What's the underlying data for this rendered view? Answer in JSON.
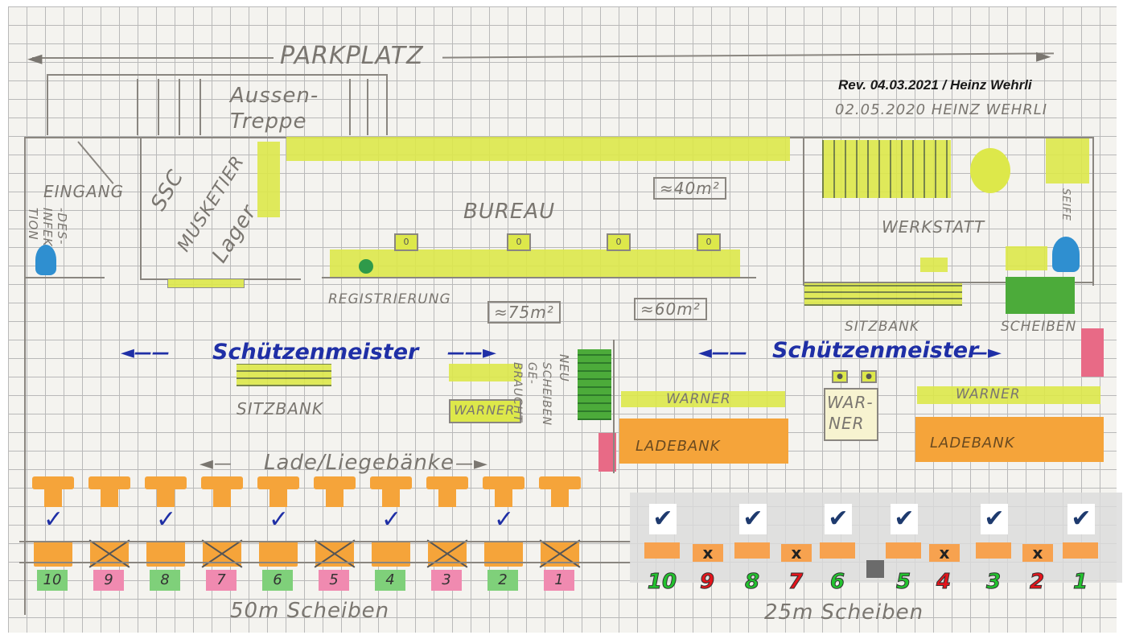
{
  "revision": "Rev. 04.03.2021 / Heinz Wehrli",
  "original_date": "02.05.2020 HEINZ WEHRLI",
  "labels": {
    "parkplatz": "PARKPLATZ",
    "aussentreppe_1": "Aussen-",
    "aussentreppe_2": "Treppe",
    "eingang": "EINGANG",
    "desinfektion": "-DES-INFEK-TION",
    "lager_1": "SSC",
    "lager_2": "MUSKETIER",
    "lager_3": "Lager",
    "bureau": "BUREAU",
    "area_40": "≈40m²",
    "area_75": "≈75m²",
    "area_60": "≈60m²",
    "registrierung": "REGISTRIERUNG",
    "werkstatt": "WERKSTATT",
    "sitzbank_right": "SITZBANK",
    "scheiben_right": "SCHEIBEN",
    "seife": "SEIFE",
    "schuetzenmeister_left": "Schützenmeister",
    "schuetzenmeister_right": "Schützenmeister",
    "sitzbank_left": "SITZBANK",
    "warner_mid": "WARNER",
    "scheiben_gebraucht": "SCHEIBEN GE-BRAUCHT",
    "neu": "NEU",
    "warner_a": "WARNER",
    "ladebank_a": "LADEBANK",
    "warner_box_1": "WAR-",
    "warner_box_2": "NER",
    "warner_b": "WARNER",
    "ladebank_b": "LADEBANK",
    "ladeliegebaenke": "Lade/Liegebänke",
    "scheiben50": "50m Scheiben",
    "scheiben25": "25m Scheiben"
  },
  "desk_marks": [
    "0",
    "0",
    "0",
    "0"
  ],
  "lanes_50m": [
    {
      "num": "10",
      "status": "open"
    },
    {
      "num": "9",
      "status": "closed"
    },
    {
      "num": "8",
      "status": "open"
    },
    {
      "num": "7",
      "status": "closed"
    },
    {
      "num": "6",
      "status": "open"
    },
    {
      "num": "5",
      "status": "closed"
    },
    {
      "num": "4",
      "status": "open"
    },
    {
      "num": "3",
      "status": "closed"
    },
    {
      "num": "2",
      "status": "open"
    },
    {
      "num": "1",
      "status": "closed"
    }
  ],
  "lanes_25m": [
    {
      "num": "10",
      "status": "open",
      "check": "✔"
    },
    {
      "num": "9",
      "status": "closed",
      "mark": "x"
    },
    {
      "num": "8",
      "status": "open",
      "check": "✔"
    },
    {
      "num": "7",
      "status": "closed",
      "mark": "x"
    },
    {
      "num": "6",
      "status": "open",
      "check": "✔"
    },
    {
      "num": "5",
      "status": "open",
      "check": "✔"
    },
    {
      "num": "4",
      "status": "closed",
      "mark": "x"
    },
    {
      "num": "3",
      "status": "open",
      "check": "✔"
    },
    {
      "num": "2",
      "status": "closed",
      "mark": "x"
    },
    {
      "num": "1",
      "status": "open",
      "check": "✔"
    }
  ],
  "colors": {
    "open": "#22c22e",
    "closed": "#e4141b",
    "marker": "#f5a43a",
    "highlight": "#dde84a",
    "pen": "#1f2fa6"
  }
}
